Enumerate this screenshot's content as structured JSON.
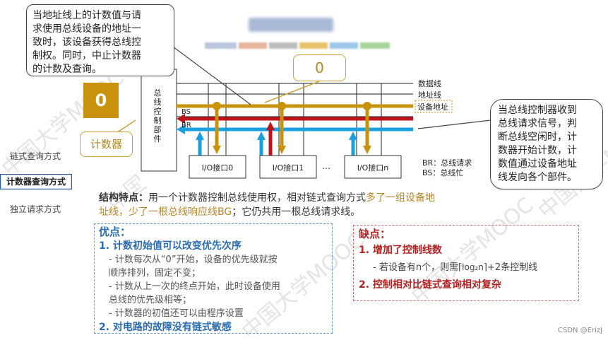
{
  "nav": {
    "items": [
      {
        "label": "链式查询方式",
        "active": false
      },
      {
        "label": "计数器查询方式",
        "active": true
      },
      {
        "label": "独立请求方式",
        "active": false
      }
    ]
  },
  "callout_top_left": {
    "lines": [
      "当地址线上的计数值与请",
      "求使用总线设备的地址一",
      "致时，该设备获得总线控",
      "制权。同时，中止计数器",
      "的计数及查询。"
    ]
  },
  "callout_right": {
    "lines": [
      "当总线控制器收到",
      "总线请求信号，判",
      "断总线空闲时，计",
      "数器开始计数，计",
      "数值通过设备地址",
      "线发向各个部件。"
    ]
  },
  "address_value": "0",
  "counter": {
    "value": "0",
    "label": "计数器"
  },
  "diagram": {
    "controller_label": [
      "总",
      "线",
      "控",
      "制",
      "部",
      "件"
    ],
    "line_labels": {
      "data": "数据线",
      "address": "地址线",
      "device_addr": "设备地址"
    },
    "bs": "BS",
    "br": "BR",
    "interfaces": [
      "I/O接口0",
      "I/O接口1",
      "I/O接口n"
    ],
    "ellipsis": "…",
    "legend": [
      "BR：总线请求",
      "BS：总线忙"
    ],
    "colors": {
      "gold": "#c8920c",
      "red": "#c0131b",
      "blue": "#1aa0e0"
    }
  },
  "structure": {
    "label": "结构特点：",
    "text_a": "用一个计数器控制总线使用权，相对链式查询方式",
    "text_b": "多了一组设备地",
    "text_c": "址线，少了一根总线响应线BG",
    "text_d": "；它仍共用一根总线请求线。"
  },
  "pros": {
    "title": "优点：",
    "items": [
      {
        "head": "1.   计数初始值可以改变优先次序",
        "subs": [
          "- 计数每次从“0”开始，设备的优先级就按",
          "顺序排列，固定不变；",
          "- 计数从上一次的终点开始，此时设备使用",
          "总线的优先级相等；",
          "- 计数器的初值还可以由程序设置"
        ]
      },
      {
        "head": "2.   对电路的故障没有链式敏感",
        "subs": []
      }
    ]
  },
  "cons": {
    "title": "缺点：",
    "item1": "1.   增加了控制线数",
    "item1_sub_a": "- 若设备有n个，则需⌈",
    "item1_sub_log": "log₂n",
    "item1_sub_b": "⌉+2条控制线",
    "item2": "2.   控制相对比链式查询相对复杂"
  },
  "watermark": "中国大学MOOC",
  "credit": "CSDN @ErizJ"
}
